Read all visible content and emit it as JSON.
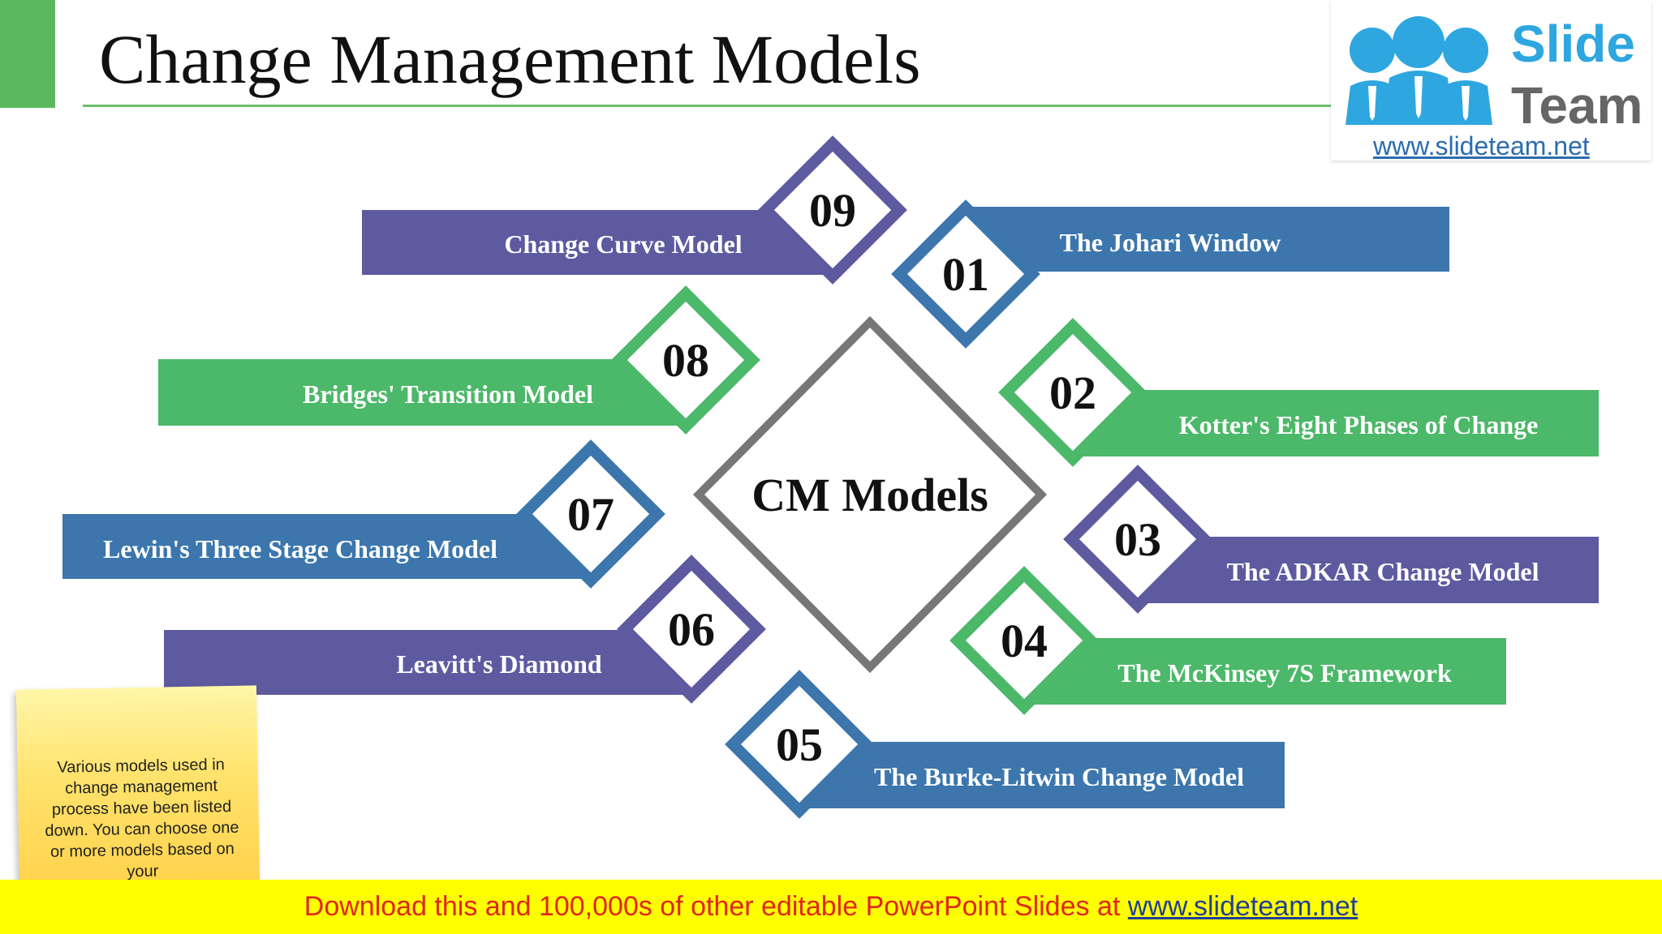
{
  "header": {
    "title": "Change Management Models"
  },
  "logo": {
    "word1": "Slide",
    "word2": "Team",
    "url": "www.slideteam.net"
  },
  "diagram": {
    "center_label": "CM Models",
    "items": [
      {
        "num": "09",
        "label": "Change Curve Model",
        "color": "#5e5aa0"
      },
      {
        "num": "01",
        "label": "The Johari Window",
        "color": "#3c76ad"
      },
      {
        "num": "08",
        "label": "Bridges' Transition Model",
        "color": "#4cb869"
      },
      {
        "num": "02",
        "label": "Kotter's Eight Phases of Change",
        "color": "#4cb869"
      },
      {
        "num": "07",
        "label": "Lewin's Three Stage Change Model",
        "color": "#3c76ad"
      },
      {
        "num": "03",
        "label": "The ADKAR Change Model",
        "color": "#5e5aa0"
      },
      {
        "num": "06",
        "label": "Leavitt's Diamond",
        "color": "#5e5aa0"
      },
      {
        "num": "04",
        "label": "The McKinsey 7S Framework",
        "color": "#4cb869"
      },
      {
        "num": "05",
        "label": "The Burke-Litwin Change Model",
        "color": "#3c76ad"
      }
    ]
  },
  "note": {
    "text": "Various models used in change management process have been listed down. You can choose one or more models based on your"
  },
  "footer": {
    "text": "Download this and 100,000s of other editable PowerPoint Slides at ",
    "link": "www.slideteam.net"
  }
}
